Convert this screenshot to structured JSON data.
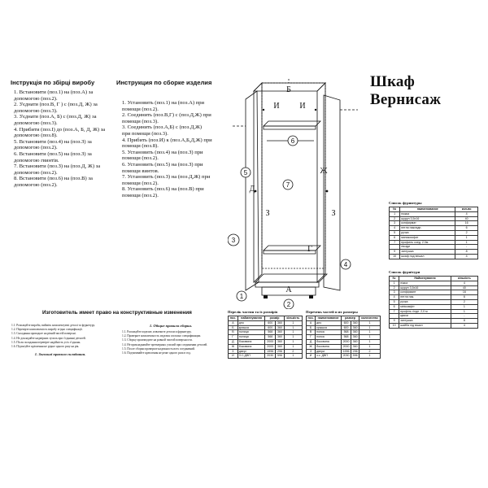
{
  "title": "Шкаф Вернисаж",
  "ua": {
    "heading": "Інструкція по збірці виробу",
    "steps": [
      "1. Встановити (поз.1) на (поз.А) за",
      "допомогою (поз.2).",
      "2. З'єднати (поз.В, Г ) с (поз.Д, Ж) за",
      "допомогою (поз.3).",
      "3. З'єднати (поз.А, Б) с (поз.Д, Ж) за",
      "допомогою (поз.3).",
      "4. Прибити (поз.І) до (поз.А, Б, Д, Ж) за",
      "допомогою (поз.8).",
      "5. Встановити (поз.4) на (поз.З) за",
      "допомогою (поз.2).",
      "6. Встановити (поз.5) на (поз.З) за",
      "допомогою гвинтів.",
      "7. Встановити (поз.З) на (поз.Д, Ж) за",
      "допомогою (поз.2).",
      "8. Встановити (поз.6) на (поз.В) за",
      "допомогою (поз.2)."
    ]
  },
  "ru": {
    "heading": "Инструкция по сборке изделия",
    "steps": [
      "1. Установить (поз.1) на (поз.А) при",
      "помощи (поз.2).",
      "2. Соединить (поз.В,Г) с  (поз.Д,Ж)  при",
      "помощи (поз.3).",
      "3. Соединить (поз.А,Б) с  (поз.Д,Ж)",
      "при помощи (поз.3).",
      "4. Прибить (поз.И) к  (поз.А,Б,Д,Ж)  при",
      "помощи (поз.8).",
      "5. Установить (поз.4) на  (поз.З)  при",
      "помощи (поз.2).",
      "6. Установить (поз.5) на  (поз.З) при",
      "помощи винтов.",
      "7. Установить (поз.З) на  (поз.Д,Ж)  при",
      "помощи (поз.2).",
      "8. Установить (поз.6)  на  (поз.В) при",
      "помощи (поз.2)."
    ]
  },
  "diagram": {
    "letters": [
      "Б",
      "И",
      "И",
      "Ж",
      "Д",
      "З",
      "З",
      "Г",
      "А"
    ],
    "callouts": [
      "1",
      "2",
      "3",
      "4",
      "5",
      "6",
      "7"
    ]
  },
  "hardware_ru": {
    "caption": "Список фурнитуры",
    "headers": [
      "№",
      "наименование",
      "кол-во"
    ],
    "rows": [
      [
        "1",
        "ножка",
        "4"
      ],
      [
        "2",
        "шуруп 3,5х16",
        "40"
      ],
      [
        "3",
        "конфирмат",
        "16"
      ],
      [
        "4",
        "петля накладн.",
        "6"
      ],
      [
        "5",
        "ручка",
        "2"
      ],
      [
        "6",
        "миникомфит",
        "1"
      ],
      [
        "7",
        "профиль соед. 2.0м",
        "1"
      ],
      [
        "",
        "гвозди",
        "-"
      ],
      [
        "9",
        "заглушка",
        "8"
      ],
      [
        "10",
        "шкаф под вешал",
        "4"
      ]
    ]
  },
  "hardware_ua": {
    "caption": "Список фурнітури",
    "headers": [
      "№",
      "Найменування",
      "кількість"
    ],
    "rows": [
      [
        "1",
        "ніжка",
        "4"
      ],
      [
        "2",
        "шуруп 3,5х16",
        "40"
      ],
      [
        "3",
        "конфірмант",
        "16"
      ],
      [
        "4",
        "петля нак.",
        "6"
      ],
      [
        "5",
        "ручка",
        "2"
      ],
      [
        "6",
        "мінікомфіт",
        "1"
      ],
      [
        "7",
        "профіль з'єдн. 2,0 м",
        "1"
      ],
      [
        "",
        "цвяхи",
        "-"
      ],
      [
        "9",
        "заглушка",
        "8"
      ],
      [
        "10",
        "шайба під вішал",
        "4"
      ]
    ]
  },
  "parts_ua": {
    "caption": "Перелік частин та їх розмірів",
    "headers": [
      "поз.",
      "найменування",
      "розмір",
      "кількість"
    ],
    "rows": [
      [
        "А",
        "дно",
        "600",
        "360",
        "1"
      ],
      [
        "Б",
        "кришка",
        "600",
        "360",
        "1"
      ],
      [
        "В",
        "полиця",
        "568",
        "360",
        "1"
      ],
      [
        "Г",
        "полиця",
        "568",
        "360",
        "1"
      ],
      [
        "Д",
        "боковина",
        "2000",
        "360",
        "1"
      ],
      [
        "Ж",
        "боковина",
        "2000",
        "360",
        "1"
      ],
      [
        "З",
        "двері",
        "1996",
        "296",
        "2"
      ],
      [
        "И",
        "З.С.ДВП",
        "2030",
        "596",
        "1"
      ]
    ]
  },
  "parts_ru": {
    "caption": "Перечень частей и их размеры",
    "headers": [
      "поз.",
      "наименование",
      "размер",
      "количество"
    ],
    "rows": [
      [
        "А",
        "дно",
        "600",
        "360",
        "1"
      ],
      [
        "Б",
        "крышка",
        "600",
        "360",
        "1"
      ],
      [
        "В",
        "полка",
        "568",
        "360",
        "1"
      ],
      [
        "Г",
        "полка",
        "568",
        "360",
        "1"
      ],
      [
        "Д",
        "боковина",
        "2000",
        "360",
        "1"
      ],
      [
        "Ж",
        "боковина",
        "2000",
        "360",
        "1"
      ],
      [
        "З",
        "двери",
        "1996",
        "296",
        "2"
      ],
      [
        "И",
        "з.с. ДВП",
        "2030",
        "596",
        "1"
      ]
    ]
  },
  "rights": "Изготовитель имеет право на конструктивные изменения",
  "general_ua": {
    "heading": "1. Загальні правила складання.",
    "lines": [
      "1.1. Розпакуйте вироби, вийміть комплектуючі деталі та фурнітуру.",
      "1.2. Перевірте комплектність виробу згідно специфікації.",
      "1.3. Складання проводьте на рівній чистій поверхні.",
      "1.4. Не докладайте надмірних зусиль при з'єднанні деталей.",
      "1.5. Після складання перевірте надійність усіх з'єднань.",
      "1.6. Підтягуйте кріплення не рідше одного разу на рік."
    ]
  },
  "general_ru": {
    "heading": "1. Общие правила сборки.",
    "lines": [
      "1.1. Распакуйте изделие, извлеките детали и фурнитуру.",
      "1.2. Проверьте комплектность изделия согласно спецификации.",
      "1.3. Сборку производите на ровной чистой поверхности.",
      "1.4. Не прикладывайте чрезмерных усилий при соединении деталей.",
      "1.5. После сборки проверьте надежность всех соединений.",
      "1.6. Подтягивайте крепления не реже одного раза в год."
    ]
  }
}
